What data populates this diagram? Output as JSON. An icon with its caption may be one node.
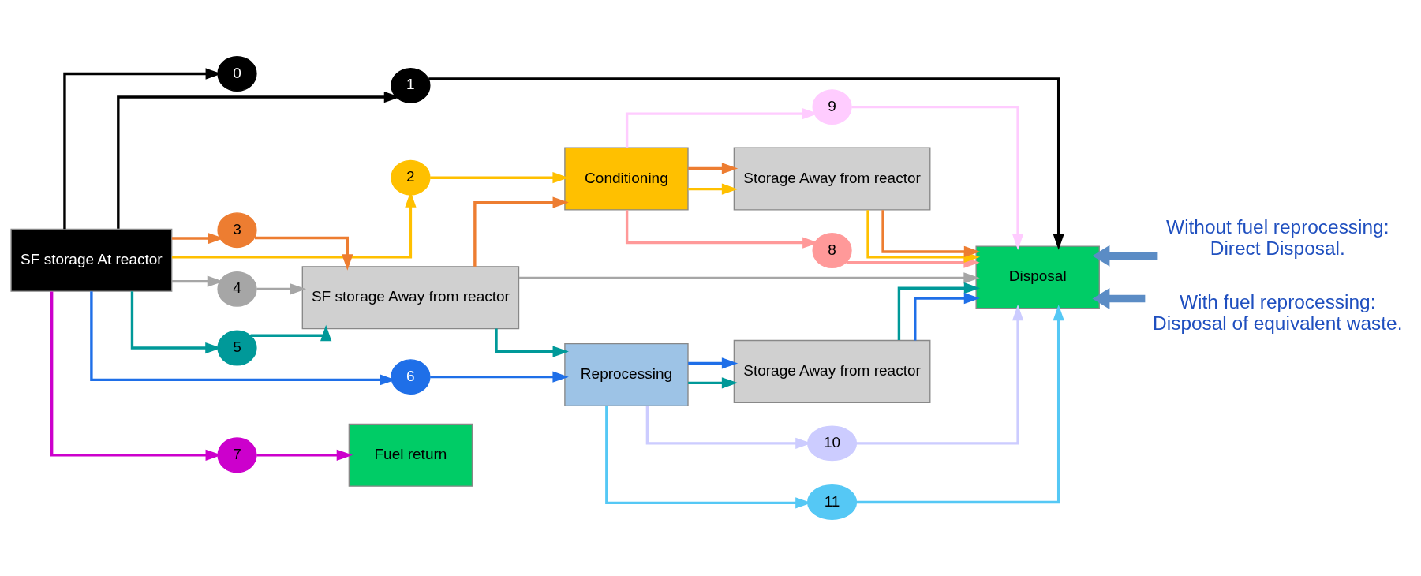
{
  "diagram": {
    "nodes": [
      {
        "text": [
          "SF storage At reactor"
        ]
      },
      {
        "text": [
          "0"
        ]
      },
      {
        "text": [
          "1"
        ]
      },
      {
        "text": [
          "2"
        ]
      },
      {
        "text": [
          "3"
        ]
      },
      {
        "text": [
          "4"
        ]
      },
      {
        "text": [
          "5"
        ]
      },
      {
        "text": [
          "6"
        ]
      },
      {
        "text": [
          "7"
        ]
      },
      {
        "text": [
          "SF storage Away from reactor"
        ]
      },
      {
        "text": [
          "Conditioning"
        ]
      },
      {
        "text": [
          "Reprocessing"
        ]
      },
      {
        "text": [
          "8"
        ]
      },
      {
        "text": [
          "9"
        ]
      },
      {
        "text": [
          "Storage Away from reactor"
        ]
      },
      {
        "text": [
          "10"
        ]
      },
      {
        "text": [
          "11"
        ]
      },
      {
        "text": [
          "Storage Away from reactor"
        ]
      },
      {
        "text": [
          "Disposal"
        ]
      },
      {
        "text": [
          "Fuel return"
        ]
      },
      {
        "text": [
          "Without fuel reprocessing:",
          "Direct Disposal."
        ]
      },
      {
        "text": [
          "With fuel reprocessing:",
          "Disposal of equivalent waste."
        ]
      }
    ],
    "edges": [
      {
        "from": 0,
        "to": 1,
        "arrow": "to",
        "color": "#000000"
      },
      {
        "from": 0,
        "to": 2,
        "arrow": "to",
        "color": "#000000"
      },
      {
        "from": 2,
        "to": 18,
        "arrow": "to",
        "color": "#000000"
      },
      {
        "from": 0,
        "to": 3,
        "arrow": "to",
        "color": "#ffc000"
      },
      {
        "from": 3,
        "to": 10,
        "arrow": "to",
        "color": "#ffc000"
      },
      {
        "from": 0,
        "to": 4,
        "arrow": "to",
        "color": "#ed7d31"
      },
      {
        "from": 4,
        "to": 9,
        "arrow": "to",
        "color": "#ed7d31"
      },
      {
        "from": 0,
        "to": 5,
        "arrow": "to",
        "color": "#a6a6a6"
      },
      {
        "from": 5,
        "to": 9,
        "arrow": "to",
        "color": "#a6a6a6"
      },
      {
        "from": 0,
        "to": 6,
        "arrow": "to",
        "color": "#009999"
      },
      {
        "from": 6,
        "to": 9,
        "arrow": "to",
        "color": "#009999"
      },
      {
        "from": 0,
        "to": 7,
        "arrow": "to",
        "color": "#1f6fe8"
      },
      {
        "from": 7,
        "to": 11,
        "arrow": "to",
        "color": "#1f6fe8"
      },
      {
        "from": 0,
        "to": 8,
        "arrow": "to",
        "color": "#cc00cc"
      },
      {
        "from": 8,
        "to": 19,
        "arrow": "to",
        "color": "#cc00cc"
      },
      {
        "from": 9,
        "to": 10,
        "arrow": "to",
        "color": "#ed7d31"
      },
      {
        "from": 9,
        "to": 18,
        "arrow": "to",
        "color": "#a6a6a6"
      },
      {
        "from": 9,
        "to": 11,
        "arrow": "to",
        "color": "#009999"
      },
      {
        "from": 10,
        "to": 12,
        "arrow": "to",
        "color": "#ff9999"
      },
      {
        "from": 12,
        "to": 18,
        "arrow": "to",
        "color": "#ff9999"
      },
      {
        "from": 10,
        "to": 14,
        "arrow": "to",
        "color": "#ffc000"
      },
      {
        "from": 10,
        "to": 14,
        "arrow": "to",
        "color": "#ed7d31"
      },
      {
        "from": 10,
        "to": 13,
        "arrow": "to",
        "color": "#ffccff"
      },
      {
        "from": 13,
        "to": 18,
        "arrow": "to",
        "color": "#ffccff"
      },
      {
        "from": 14,
        "to": 18,
        "arrow": "to",
        "color": "#ffc000"
      },
      {
        "from": 14,
        "to": 18,
        "arrow": "to",
        "color": "#ed7d31"
      },
      {
        "from": 11,
        "to": 15,
        "arrow": "to",
        "color": "#ccccff"
      },
      {
        "from": 15,
        "to": 18,
        "arrow": "to",
        "color": "#ccccff"
      },
      {
        "from": 11,
        "to": 17,
        "arrow": "to",
        "color": "#009999"
      },
      {
        "from": 11,
        "to": 17,
        "arrow": "to",
        "color": "#1f6fe8"
      },
      {
        "from": 11,
        "to": 16,
        "arrow": "to",
        "color": "#55c8f5"
      },
      {
        "from": 16,
        "to": 18,
        "arrow": "to",
        "color": "#55c8f5"
      },
      {
        "from": 17,
        "to": 18,
        "arrow": "to",
        "color": "#009999"
      },
      {
        "from": 17,
        "to": 18,
        "arrow": "to",
        "color": "#1f6fe8"
      },
      {
        "from": 20,
        "to": 18,
        "arrow": "to",
        "style": "thick",
        "color": "#5b8cc5"
      },
      {
        "from": 21,
        "to": 18,
        "arrow": "to",
        "style": "thick",
        "color": "#5b8cc5"
      }
    ]
  }
}
